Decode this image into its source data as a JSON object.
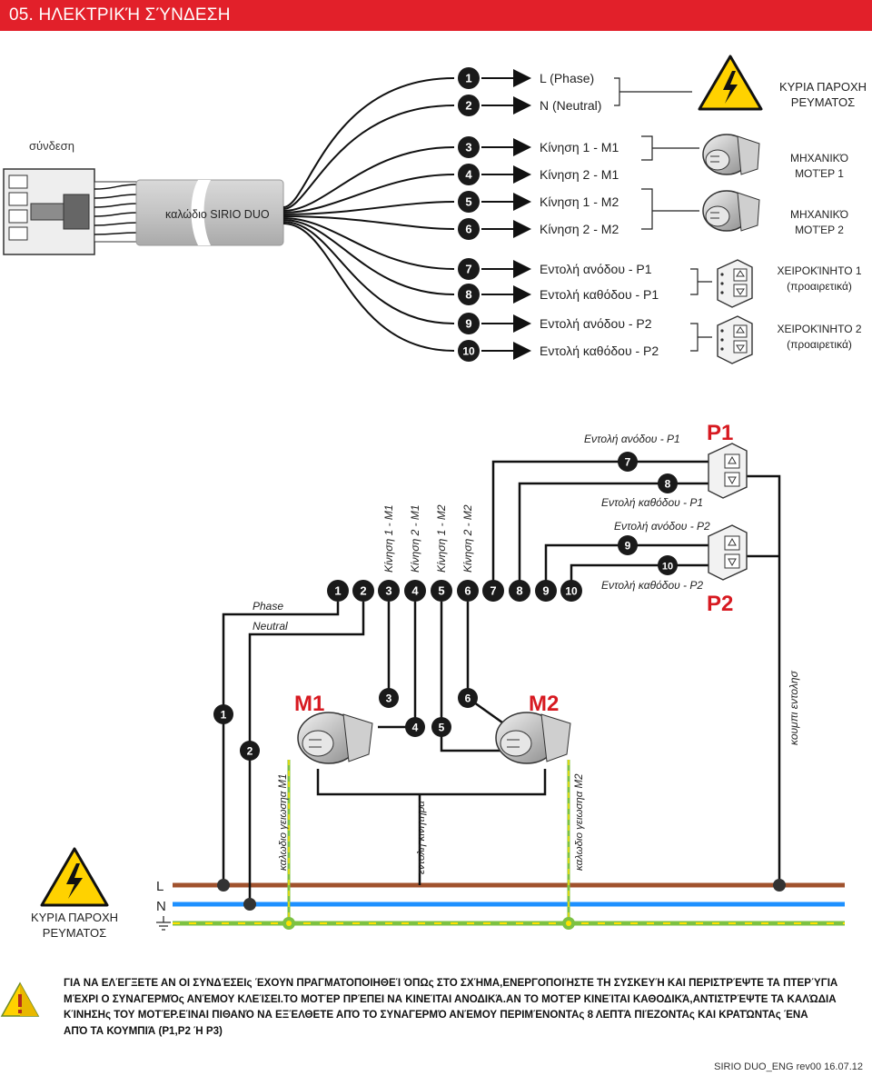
{
  "header": {
    "title": "05. ΗΛΕΚΤΡΙΚΉ ΣΎΝΔΕΣΗ"
  },
  "colors": {
    "header_red": "#e2202a",
    "accent_red": "#d71920",
    "wire_black": "#111111",
    "live_brown": "#a0522d",
    "neutral_blue": "#1e90ff",
    "earth_green": "#7dc242",
    "earth_yellow": "#ffe100",
    "hazard_yellow": "#ffd200"
  },
  "top": {
    "syndesi_label": "σύνδεση",
    "cable_label": "καλώδιο SIRIO DUO",
    "terminals": [
      {
        "num": "1",
        "label": "L (Phase)"
      },
      {
        "num": "2",
        "label": "N (Neutral)"
      },
      {
        "num": "3",
        "label": "Κίνηση 1 -  M1"
      },
      {
        "num": "4",
        "label": "Κίνηση 2 -  M1"
      },
      {
        "num": "5",
        "label": "Κίνηση 1 -  M2"
      },
      {
        "num": "6",
        "label": "Κίνηση 2 -  M2"
      },
      {
        "num": "7",
        "label": "Εντολή ανόδου - P1"
      },
      {
        "num": "8",
        "label": "Εντολή καθόδου - P1"
      },
      {
        "num": "9",
        "label": "Εντολή ανόδου - P2"
      },
      {
        "num": "10",
        "label": "Εντολή καθόδου - P2"
      }
    ],
    "supply_line1": "ΚΥΡΙΑ ΠΑΡΟΧΗ",
    "supply_line2": "ΡΕΥΜΑΤΟΣ",
    "motor1_line1": "ΜΗΧΑΝΙΚΌ",
    "motor1_line2": "ΜΟΤΈΡ 1",
    "motor2_line1": "ΜΗΧΑΝΙΚΌ",
    "motor2_line2": "ΜΟΤΈΡ 2",
    "switch1_line1": "ΧΕΙΡΟΚΊΝΗΤΟ 1",
    "switch1_line2": "(προαιρετικά)",
    "switch2_line1": "ΧΕΙΡΟΚΊΝΗΤΟ 2",
    "switch2_line2": "(προαιρετικά)"
  },
  "diagram": {
    "terminal_numbers": [
      "1",
      "2",
      "3",
      "4",
      "5",
      "6",
      "7",
      "8",
      "9",
      "10"
    ],
    "vertical_labels": [
      "Κίνηση 1 - M1",
      "Κίνηση 2 - M1",
      "Κίνηση 1 - M2",
      "Κίνηση 2 - M2"
    ],
    "phase_label": "Phase",
    "neutral_label": "Neutral",
    "p1_up_label": "Εντολή ανόδου - P1",
    "p1_down_label": "Εντολή καθόδου - P1",
    "p2_up_label": "Εντολή ανόδου - P2",
    "p2_down_label": "Εντολή καθόδου - P2",
    "p1_title": "P1",
    "p2_title": "P2",
    "num_7": "7",
    "num_8": "8",
    "num_9": "9",
    "num_10": "10",
    "m1_title": "M1",
    "m2_title": "M2",
    "m1_num_3": "3",
    "m1_num_4": "4",
    "m2_num_5": "5",
    "m2_num_6": "6",
    "wire_num_1": "1",
    "wire_num_2": "2",
    "earth_m1_label": "καλωδιο γειωσηα M1",
    "command_label": "εντολη κινητηρα",
    "earth_m2_label": "καλωδιο γειωσηα M2",
    "button_cmd_label": "κουμπι εντολησ",
    "rail_L": "L",
    "rail_N": "N",
    "supply_line1": "ΚΥΡΙΑ ΠΑΡΟΧΗ",
    "supply_line2": "ΡΕΥΜΑΤΟΣ"
  },
  "notice": {
    "icon": "warning-triangle-icon",
    "line1": "ΓΙΑ ΝΑ ΕΛΈΓΞΕΤΕ ΑΝ ΟΙ ΣΥΝΔΈΣΕΙς ΈΧΟΥΝ ΠΡΑΓΜΑΤΟΠΟΙΗΘΕΊ ΌΠΩς ΣΤΟ ΣΧΉΜΑ,ΕΝΕΡΓΟΠΟΙΉΣΤΕ ΤΗ ΣΥΣΚΕΥΉ ΚΑΙ ΠΕΡΙΣΤΡΈΨΤΕ ΤΑ ΠΤΕΡΎΓΙΑ",
    "line2": "ΜΈΧΡΙ Ο ΣΥΝΑΓΕΡΜΌς ΑΝΈΜΟΥ ΚΛΕΊΣΕΙ.ΤΟ ΜΟΤΈΡ ΠΡΈΠΕΙ ΝΑ ΚΙΝΕΊΤΑΙ ΑΝΟΔΙΚΆ.ΑΝ ΤΟ ΜΟΤΈΡ ΚΙΝΕΊΤΑΙ ΚΑΘΟΔΙΚΆ,ΑΝΤΙΣΤΡΈΨΤΕ ΤΑ ΚΑΛΏΔΙΑ",
    "line3": "ΚΊΝΗΣΗς ΤΟΥ ΜΟΤΈΡ.ΕΊΝΑΙ ΠΙΘΑΝΌ ΝΑ ΕΞΈΛΘΕΤΕ ΑΠΌ ΤΟ ΣΥΝΑΓΕΡΜΌ ΑΝΈΜΟΥ ΠΕΡΙΜΈΝΟΝΤΑς 8 ΛΕΠΤΆ ΠΙΈΖΟΝΤΑς ΚΑΙ ΚΡΑΤΏΝΤΑς ΈΝΑ",
    "line4": "ΑΠΌ ΤΑ ΚΟΥΜΠΙΆ (P1,P2 Ή P3)"
  },
  "footer": {
    "text": "SIRIO DUO_ENG rev00 16.07.12"
  }
}
